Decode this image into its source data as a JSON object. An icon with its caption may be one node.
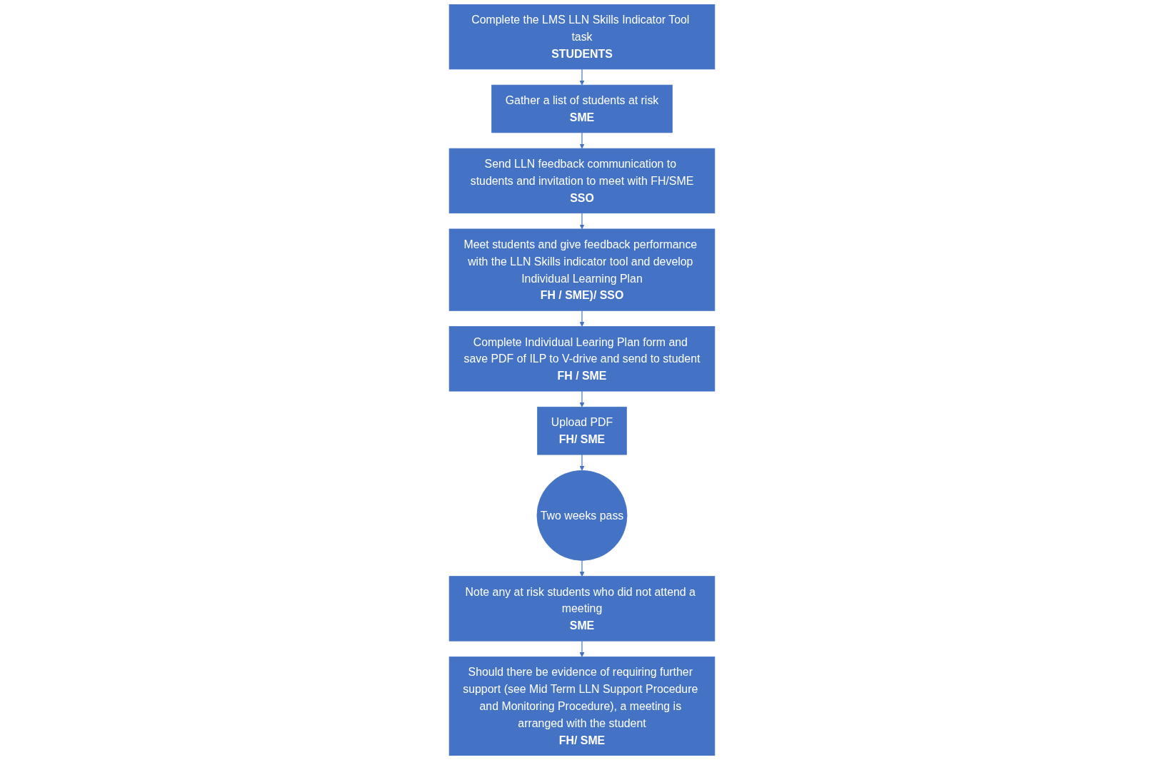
{
  "diagram": {
    "nodes": [
      {
        "text": [
          "Complete the LMS LLN Skills Indicator Tool task",
          "STUDENTS"
        ]
      },
      {
        "text": [
          "Gather a list of students at risk",
          "SME"
        ]
      },
      {
        "text": [
          "Send LLN feedback communication to students and invitation to meet with FH/SME",
          "SSO"
        ]
      },
      {
        "text": [
          "Meet students and give feedback performance with the LLN Skills indicator tool and develop Individual Learning Plan",
          "FH / SME)/ SSO"
        ]
      },
      {
        "text": [
          "Complete Individual Learing Plan form and save PDF of ILP to V-drive and send to student",
          "FH / SME"
        ]
      },
      {
        "text": [
          "Upload PDF",
          "FH/ SME"
        ]
      },
      {
        "text": [
          "Two weeks pass"
        ]
      },
      {
        "text": [
          "Note any at risk students who did not attend a meeting",
          "SME"
        ]
      },
      {
        "text": [
          "Should there be evidence of requiring further support (see Mid Term LLN Support Procedure and Monitoring Procedure), a meeting is arranged with the student",
          "FH/ SME"
        ]
      }
    ],
    "edges": [
      {
        "from": 0,
        "to": 1,
        "arrow": "to"
      },
      {
        "from": 1,
        "to": 2,
        "arrow": "to"
      },
      {
        "from": 2,
        "to": 3,
        "arrow": "to"
      },
      {
        "from": 3,
        "to": 4,
        "arrow": "to"
      },
      {
        "from": 4,
        "to": 5,
        "arrow": "to"
      },
      {
        "from": 5,
        "to": 6,
        "arrow": "to"
      },
      {
        "from": 6,
        "to": 7,
        "arrow": "to"
      },
      {
        "from": 7,
        "to": 8,
        "arrow": "to"
      }
    ]
  }
}
